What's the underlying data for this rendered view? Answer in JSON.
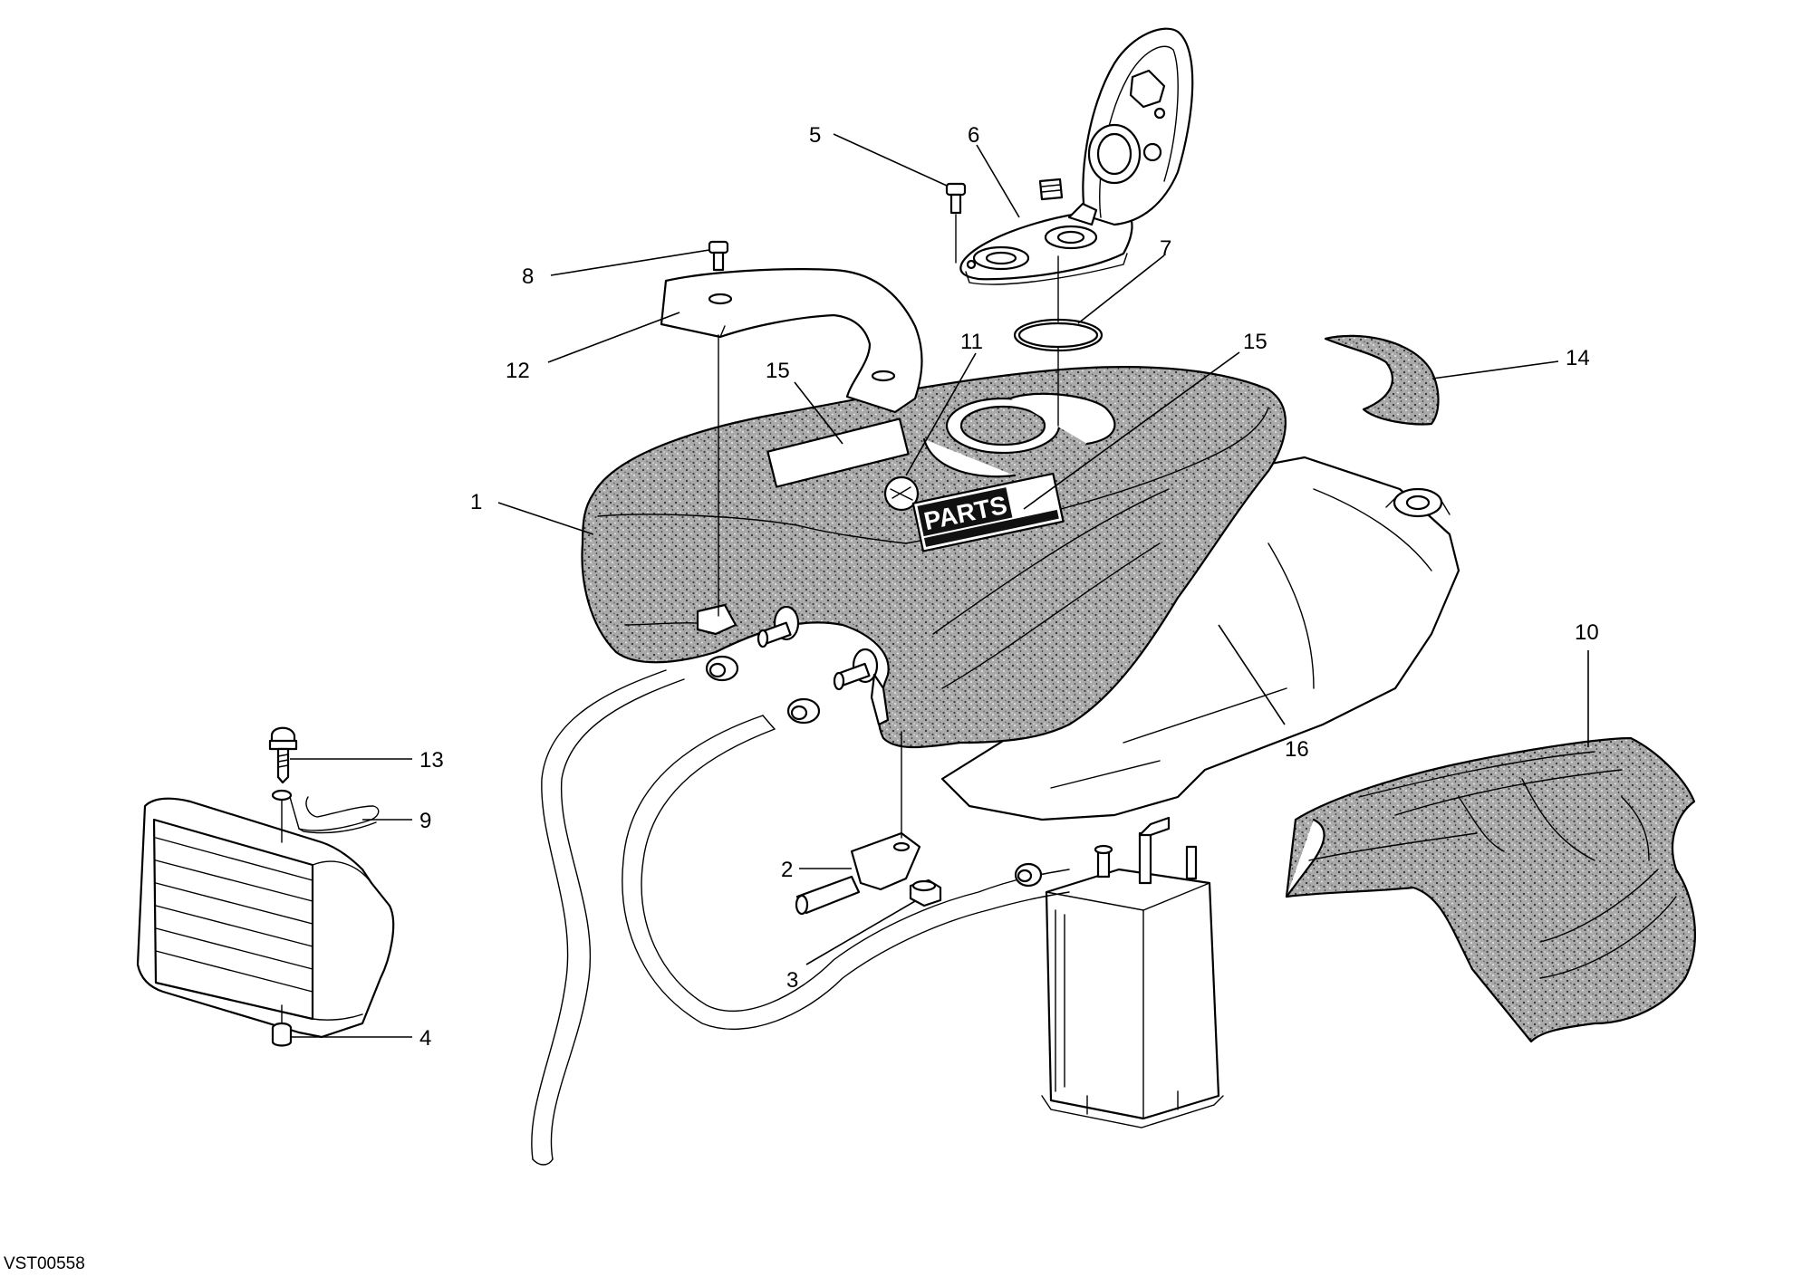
{
  "drawing_code": "VST00558",
  "tank_decal_text": "PARTS",
  "callouts": {
    "c1": "1",
    "c2": "2",
    "c3": "3",
    "c4": "4",
    "c5": "5",
    "c6": "6",
    "c7": "7",
    "c8": "8",
    "c9": "9",
    "c10": "10",
    "c11": "11",
    "c12": "12",
    "c13": "13",
    "c14": "14",
    "c15a": "15",
    "c15b": "15",
    "c16": "16"
  },
  "colors": {
    "line": "#000000",
    "background": "#ffffff",
    "texture_fill": "#8a8a8a"
  }
}
